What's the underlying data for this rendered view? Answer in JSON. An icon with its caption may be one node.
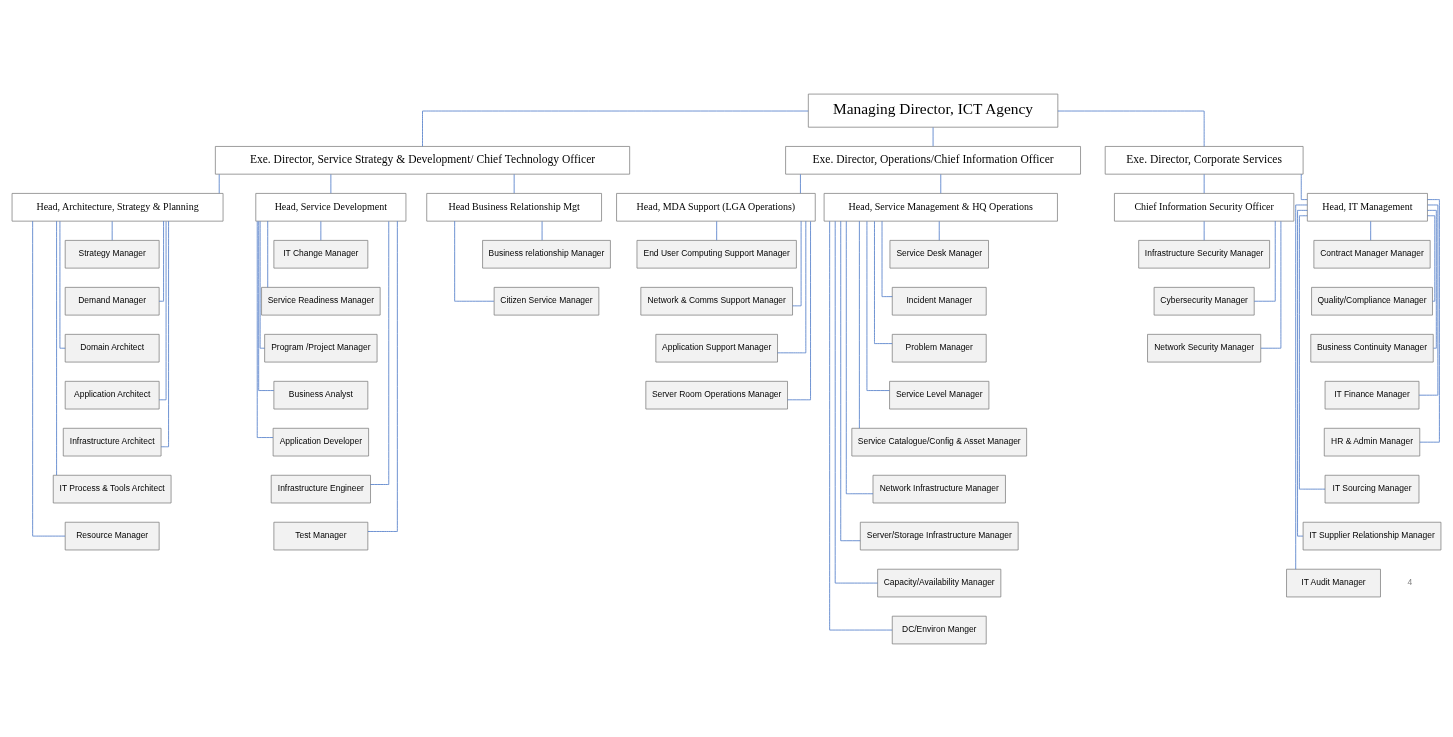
{
  "diagram": {
    "nodes": [
      {
        "text": [
          "Managing Director, ICT Agency"
        ]
      },
      {
        "text": [
          "Exe. Director, Service Strategy & Development/ Chief Technology Officer"
        ]
      },
      {
        "text": [
          "Exe. Director, Operations/Chief Information Officer"
        ]
      },
      {
        "text": [
          "Exe. Director, Corporate Services"
        ]
      },
      {
        "text": [
          "Head, Architecture, Strategy & Planning"
        ]
      },
      {
        "text": [
          "Head, Service Development"
        ]
      },
      {
        "text": [
          "Head Business Relationship Mgt"
        ]
      },
      {
        "text": [
          "Head, MDA Support (LGA Operations)"
        ]
      },
      {
        "text": [
          "Head, Service Management & HQ Operations"
        ]
      },
      {
        "text": [
          "Chief Information Security Officer"
        ]
      },
      {
        "text": [
          "Head, IT Management"
        ]
      },
      {
        "text": [
          "Strategy Manager"
        ]
      },
      {
        "text": [
          "Demand Manager"
        ]
      },
      {
        "text": [
          "Domain Architect"
        ]
      },
      {
        "text": [
          "Application Architect"
        ]
      },
      {
        "text": [
          "Infrastructure Architect"
        ]
      },
      {
        "text": [
          "IT Process & Tools Architect"
        ]
      },
      {
        "text": [
          "Resource Manager"
        ]
      },
      {
        "text": [
          "IT Change Manager"
        ]
      },
      {
        "text": [
          "Service Readiness Manager"
        ]
      },
      {
        "text": [
          "Program /Project Manager"
        ]
      },
      {
        "text": [
          "Business Analyst"
        ]
      },
      {
        "text": [
          "Application Developer"
        ]
      },
      {
        "text": [
          "Infrastructure Engineer"
        ]
      },
      {
        "text": [
          "Test Manager"
        ]
      },
      {
        "text": [
          "Business relationship Manager"
        ]
      },
      {
        "text": [
          "Citizen Service Manager"
        ]
      },
      {
        "text": [
          "End User Computing Support Manager"
        ]
      },
      {
        "text": [
          "Network & Comms Support Manager"
        ]
      },
      {
        "text": [
          "Application Support Manager"
        ]
      },
      {
        "text": [
          "Server Room Operations Manager"
        ]
      },
      {
        "text": [
          "Service Desk Manager"
        ]
      },
      {
        "text": [
          "Incident Manager"
        ]
      },
      {
        "text": [
          "Problem Manager"
        ]
      },
      {
        "text": [
          "Service Level Manager"
        ]
      },
      {
        "text": [
          "Service Catalogue/Config & Asset Manager"
        ]
      },
      {
        "text": [
          "Network Infrastructure Manager"
        ]
      },
      {
        "text": [
          "Server/Storage Infrastructure Manager"
        ]
      },
      {
        "text": [
          "Capacity/Availability Manager"
        ]
      },
      {
        "text": [
          "DC/Environ Manger"
        ]
      },
      {
        "text": [
          "Infrastructure Security Manager"
        ]
      },
      {
        "text": [
          "Cybersecurity Manager"
        ]
      },
      {
        "text": [
          "Network Security Manager"
        ]
      },
      {
        "text": [
          "Contract Manager Manager"
        ]
      },
      {
        "text": [
          "Quality/Compliance Manager"
        ]
      },
      {
        "text": [
          "Business Continuity Manager"
        ]
      },
      {
        "text": [
          "IT Finance Manager"
        ]
      },
      {
        "text": [
          "HR & Admin Manager"
        ]
      },
      {
        "text": [
          "IT Sourcing Manager"
        ]
      },
      {
        "text": [
          "IT Supplier Relationship Manager"
        ]
      },
      {
        "text": [
          "IT Audit Manager"
        ]
      }
    ],
    "edges": [
      {
        "from": 0,
        "to": 1,
        "arrow": "none"
      },
      {
        "from": 0,
        "to": 2,
        "arrow": "none"
      },
      {
        "from": 0,
        "to": 3,
        "arrow": "none"
      },
      {
        "from": 1,
        "to": 4,
        "arrow": "none"
      },
      {
        "from": 1,
        "to": 5,
        "arrow": "none"
      },
      {
        "from": 1,
        "to": 6,
        "arrow": "none"
      },
      {
        "from": 2,
        "to": 7,
        "arrow": "none"
      },
      {
        "from": 2,
        "to": 8,
        "arrow": "none"
      },
      {
        "from": 3,
        "to": 9,
        "arrow": "none"
      },
      {
        "from": 3,
        "to": 10,
        "arrow": "none"
      },
      {
        "from": 4,
        "to": 11,
        "arrow": "none"
      },
      {
        "from": 4,
        "to": 12,
        "arrow": "none"
      },
      {
        "from": 4,
        "to": 13,
        "arrow": "none"
      },
      {
        "from": 4,
        "to": 14,
        "arrow": "none"
      },
      {
        "from": 4,
        "to": 15,
        "arrow": "none"
      },
      {
        "from": 4,
        "to": 16,
        "arrow": "none"
      },
      {
        "from": 4,
        "to": 17,
        "arrow": "none"
      },
      {
        "from": 5,
        "to": 18,
        "arrow": "none"
      },
      {
        "from": 5,
        "to": 19,
        "arrow": "none"
      },
      {
        "from": 5,
        "to": 20,
        "arrow": "none"
      },
      {
        "from": 5,
        "to": 21,
        "arrow": "none"
      },
      {
        "from": 5,
        "to": 22,
        "arrow": "none"
      },
      {
        "from": 5,
        "to": 23,
        "arrow": "none"
      },
      {
        "from": 5,
        "to": 24,
        "arrow": "none"
      },
      {
        "from": 6,
        "to": 25,
        "arrow": "none"
      },
      {
        "from": 6,
        "to": 26,
        "arrow": "none"
      },
      {
        "from": 7,
        "to": 27,
        "arrow": "none"
      },
      {
        "from": 7,
        "to": 28,
        "arrow": "none"
      },
      {
        "from": 7,
        "to": 29,
        "arrow": "none"
      },
      {
        "from": 7,
        "to": 30,
        "arrow": "none"
      },
      {
        "from": 8,
        "to": 31,
        "arrow": "none"
      },
      {
        "from": 8,
        "to": 32,
        "arrow": "none"
      },
      {
        "from": 8,
        "to": 33,
        "arrow": "none"
      },
      {
        "from": 8,
        "to": 34,
        "arrow": "none"
      },
      {
        "from": 8,
        "to": 35,
        "arrow": "none"
      },
      {
        "from": 8,
        "to": 36,
        "arrow": "none"
      },
      {
        "from": 8,
        "to": 37,
        "arrow": "none"
      },
      {
        "from": 8,
        "to": 38,
        "arrow": "none"
      },
      {
        "from": 8,
        "to": 39,
        "arrow": "none"
      },
      {
        "from": 9,
        "to": 40,
        "arrow": "none"
      },
      {
        "from": 9,
        "to": 41,
        "arrow": "none"
      },
      {
        "from": 9,
        "to": 42,
        "arrow": "none"
      },
      {
        "from": 10,
        "to": 43,
        "arrow": "none"
      },
      {
        "from": 10,
        "to": 44,
        "arrow": "none"
      },
      {
        "from": 10,
        "to": 45,
        "arrow": "none"
      },
      {
        "from": 10,
        "to": 46,
        "arrow": "none"
      },
      {
        "from": 10,
        "to": 47,
        "arrow": "none"
      },
      {
        "from": 10,
        "to": 48,
        "arrow": "none"
      },
      {
        "from": 10,
        "to": 49,
        "arrow": "none"
      },
      {
        "from": 10,
        "to": 50,
        "arrow": "none"
      }
    ],
    "labels": [
      "4"
    ]
  }
}
